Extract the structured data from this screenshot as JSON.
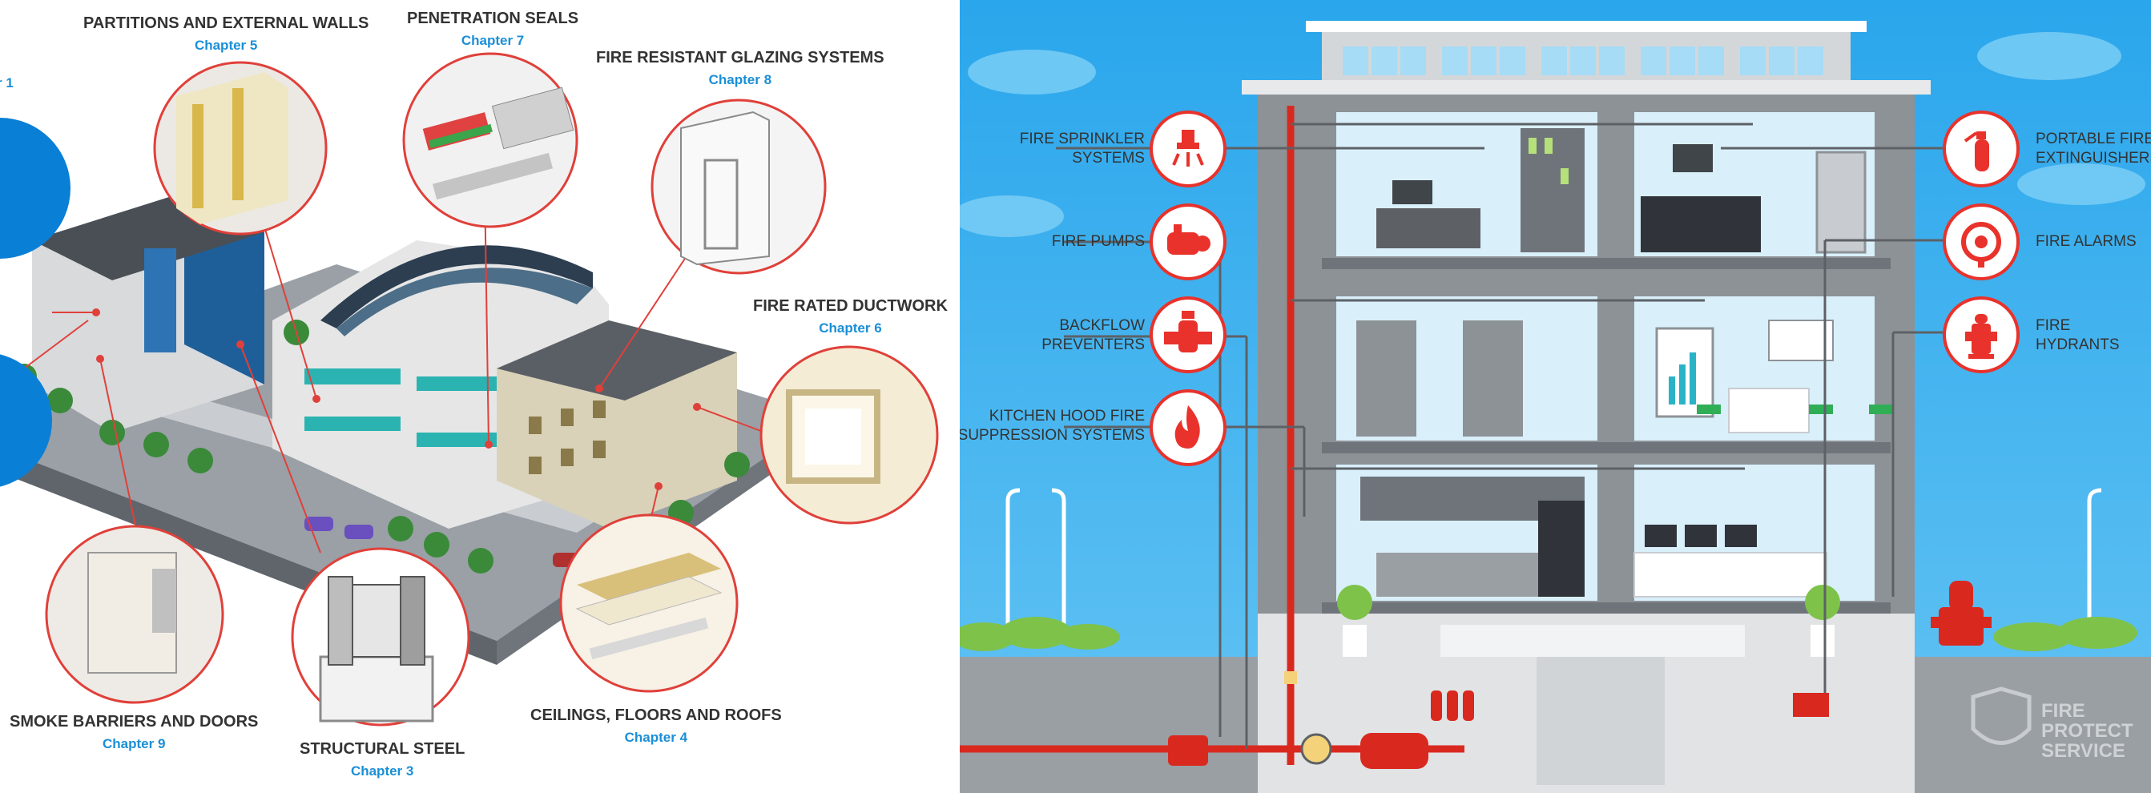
{
  "left_panel": {
    "callouts": [
      {
        "title": "PARTITIONS AND EXTERNAL WALLS",
        "chapter": "Chapter 5"
      },
      {
        "title": "PENETRATION SEALS",
        "chapter": "Chapter 7"
      },
      {
        "title": "FIRE RESISTANT GLAZING SYSTEMS",
        "chapter": "Chapter 8"
      },
      {
        "title": "FIRE RATED DUCTWORK",
        "chapter": "Chapter 6"
      },
      {
        "title": "SMOKE BARRIERS AND DOORS",
        "chapter": "Chapter 9"
      },
      {
        "title": "STRUCTURAL STEEL",
        "chapter": "Chapter 3"
      },
      {
        "title": "CEILINGS, FLOORS AND ROOFS",
        "chapter": "Chapter 4"
      }
    ],
    "partial_chapter": "r 1"
  },
  "right_panel": {
    "left_items": [
      {
        "label_1": "FIRE SPRINKLER",
        "label_2": "SYSTEMS",
        "icon": "sprinkler-icon"
      },
      {
        "label_1": "FIRE PUMPS",
        "label_2": "",
        "icon": "fire-pump-icon"
      },
      {
        "label_1": "BACKFLOW",
        "label_2": "PREVENTERS",
        "icon": "backflow-valve-icon"
      },
      {
        "label_1": "KITCHEN HOOD FIRE",
        "label_2": "SUPPRESSION SYSTEMS",
        "icon": "flame-icon"
      }
    ],
    "right_items": [
      {
        "label_1": "PORTABLE FIRE",
        "label_2": "EXTINGUISHERS",
        "icon": "extinguisher-icon"
      },
      {
        "label_1": "FIRE ALARMS",
        "label_2": "",
        "icon": "alarm-bell-icon"
      },
      {
        "label_1": "FIRE",
        "label_2": "HYDRANTS",
        "icon": "hydrant-icon"
      }
    ],
    "watermark_1": "FIRE",
    "watermark_2": "PROTECT",
    "watermark_3": "SERVICE"
  },
  "colors": {
    "accent_red": "#e8322b",
    "chapter_blue": "#1a8fd6",
    "sky_blue": "#3fb1ef",
    "building_grey": "#8d9297"
  }
}
